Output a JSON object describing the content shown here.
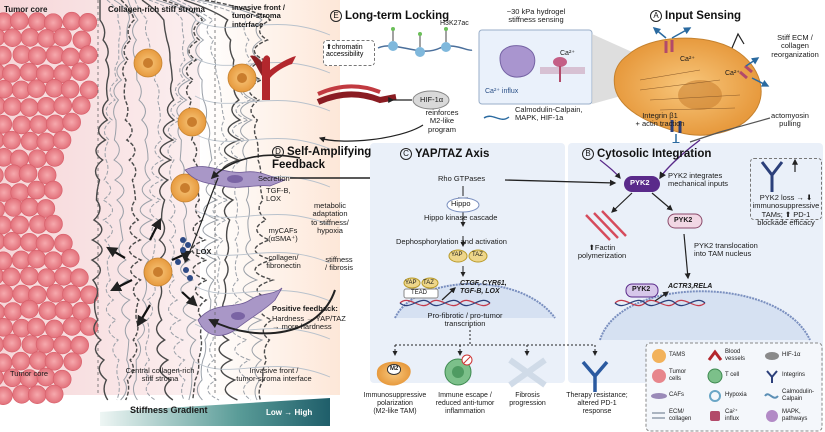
{
  "regions": {
    "tumor_core_top": "Tumor core",
    "stroma_top": "Collagen-rich stiff stroma",
    "invasive_top": "Invasive front /\ntumor-stroma\ninterface",
    "tumor_core_bottom": "Tumor core",
    "stroma_bottom": "Central collagen-rich\nstiff stroma",
    "invasive_bottom": "Invasive front /\ntumor-stroma interface"
  },
  "panels": {
    "A": {
      "letter": "A",
      "title": "Input Sensing"
    },
    "B": {
      "letter": "B",
      "title": "Cytosolic Integration"
    },
    "C": {
      "letter": "C",
      "title": "YAP/TAZ Axis"
    },
    "D": {
      "letter": "D",
      "title": "Self-Amplifying\nFeedback"
    },
    "E": {
      "letter": "E",
      "title": "Long-term Locking"
    }
  },
  "locking": {
    "chromatin": "⬆chromatin\naccessibility",
    "mark": "H3K27ac",
    "hif": "HIF-1α",
    "reinforces": "reinforces\nM2-like\nprogram"
  },
  "sensing": {
    "hydrogel": "~30 kPa hydrogel\nstiffness sensing",
    "ca_influx": "Ca²⁺ influx",
    "pathways": "Calmodulin-Calpain,\nMAPK, HIF-1a",
    "ca_a": "Ca²⁺",
    "ca_b": "Ca²⁺",
    "ca_c": "Ca²⁺",
    "stiff_ecm": "Stiff ECM /\ncollagen\nreorganization",
    "integrin": "Integrin β1\n+ actin traction",
    "actomyosin": "actomyosin\npulling"
  },
  "feedback": {
    "secretion": "Secretion",
    "tgfb": "TGF-B,\nLOX",
    "metabolic": "metabolic\nadaptation\nto stiffness/\nhypoxia",
    "mycafs": "myCAFs\n(αSMA⁺)",
    "collagen": "collagen/\nfibronectin",
    "stiffness": "stiffness\n/ fibrosis",
    "lox": "LOX",
    "positive_title": "Positive feedback:",
    "positive_body": "Hardness → YAP/TAZ\n→ more hardness"
  },
  "yap": {
    "rho": "Rho GTPases",
    "hippo": "Hippo",
    "cascade": "Hippo kinase cascade",
    "dephos": "Dephosphorylation and activation",
    "yap": "YAP",
    "taz": "TAZ",
    "tead": "TEAD",
    "targets": "CTGF, CYR61,\nTGF-B, LOX",
    "transcription": "Pro-fibrotic / pro-tumor\ntranscription"
  },
  "cytosolic": {
    "pyk2": "PYK2",
    "integrates": "PYK2 integrates\nmechanical inputs",
    "pyk2_b": "PYK2",
    "factin": "⬆Factin\npolymerization",
    "translocation": "PYK2 translocation\ninto TAM nucleus",
    "pyk2_c": "PYK2",
    "genes": "ACTR3,RELA",
    "loss": "PYK2 loss → ⬇\nimmunosuppressive\nTAMs; ⬆ PD-1\nblockade efficacy"
  },
  "outcomes": [
    {
      "badge": "M2",
      "text": "Immunosuppressive\npolarization\n(M2-like TAM)"
    },
    {
      "text": "Immune escape /\nreduced anti-tumor\ninflammation"
    },
    {
      "text": "Fibrosis\nprogression"
    },
    {
      "text": "Therapy resistance;\naltered PD-1\nresponse"
    }
  ],
  "legend": [
    {
      "label": "TAMS",
      "icon": "tam",
      "color": "#f2b25b"
    },
    {
      "label": "Blood\nvessels",
      "icon": "vessel",
      "color": "#b3272d"
    },
    {
      "label": "HIF-1α",
      "icon": "hif",
      "color": "#8a8a8a"
    },
    {
      "label": "Tumor\ncells",
      "icon": "tumor",
      "color": "#e7868c"
    },
    {
      "label": "T cell",
      "icon": "tcell",
      "color": "#7cc08a"
    },
    {
      "label": "Integrins",
      "icon": "integrin",
      "color": "#2b3f7a"
    },
    {
      "label": "CAFs",
      "icon": "caf",
      "color": "#9a8ab8"
    },
    {
      "label": "Hypoxia",
      "icon": "hypoxia",
      "color": "#6aa6c6"
    },
    {
      "label": "Calmodulin-\nCalpain",
      "icon": "calmodulin",
      "color": "#5b8fb5"
    },
    {
      "label": "ECM/\ncollagen",
      "icon": "ecm",
      "color": "#aab4c0"
    },
    {
      "label": "Ca²⁺\ninflux",
      "icon": "ca",
      "color": "#b24a6a"
    },
    {
      "label": "MAPK,\npathways",
      "icon": "mapk",
      "color": "#b28ac6"
    }
  ],
  "gradient": {
    "label": "Stiffness Gradient",
    "range": "Low → High"
  }
}
